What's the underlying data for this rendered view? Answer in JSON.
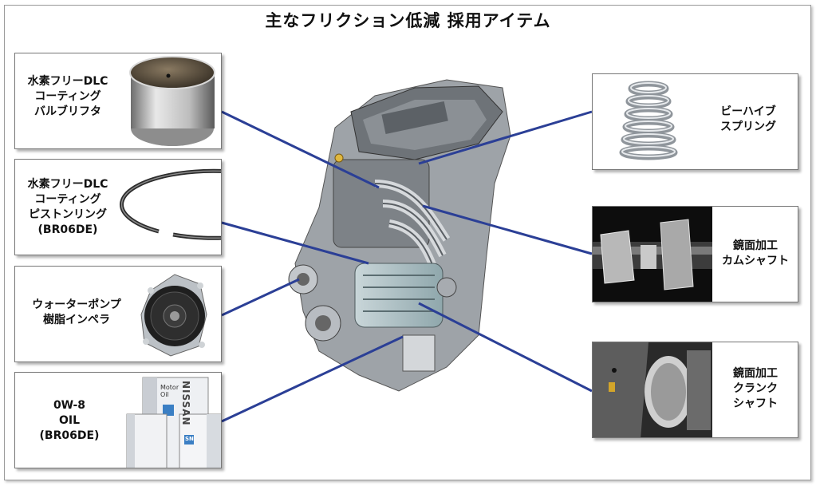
{
  "title": "主なフリクション低減 採用アイテム",
  "left_items": [
    {
      "lines": [
        "水素フリーDLC",
        "コーティング",
        "バルブリフタ"
      ],
      "image": "valve-lifter"
    },
    {
      "lines": [
        "水素フリーDLC",
        "コーティング",
        "ピストンリング",
        "(BR06DE)"
      ],
      "image": "piston-ring"
    },
    {
      "lines": [
        "ウォーターポンプ",
        "樹脂インペラ"
      ],
      "image": "water-pump"
    },
    {
      "lines": [
        "0W-8",
        "OIL",
        "(BR06DE)"
      ],
      "image": "oil-cans"
    }
  ],
  "right_items": [
    {
      "lines": [
        "ビーハイブ",
        "スプリング"
      ],
      "image": "beehive-spring"
    },
    {
      "lines": [
        "鏡面加工",
        "カムシャフト"
      ],
      "image": "camshaft"
    },
    {
      "lines": [
        "鏡面加工",
        "クランク",
        "シャフト"
      ],
      "image": "crankshaft"
    }
  ],
  "oil_can_text": {
    "brand": "NISSAN",
    "product": "Motor Oil",
    "grade": "SN"
  },
  "colors": {
    "connector": "#2b3f96",
    "border": "#777777"
  }
}
